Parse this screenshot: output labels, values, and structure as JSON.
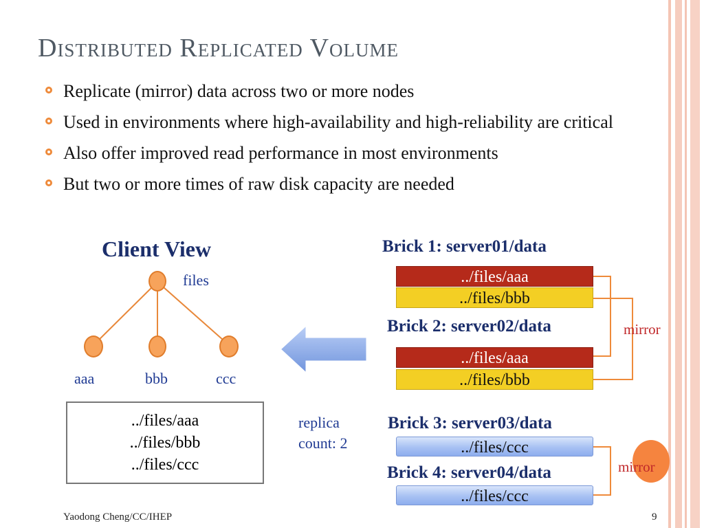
{
  "slide": {
    "title": "Distributed Replicated Volume",
    "bullets": [
      "Replicate (mirror) data across two or more nodes",
      "Used in environments where high-availability and high-reliability are critical",
      "Also offer improved read performance in most environments",
      "But two or more times of raw disk capacity are needed"
    ],
    "footer": "Yaodong Cheng/CC/IHEP",
    "page_number": "9"
  },
  "client_view": {
    "title": "Client View",
    "root_label": "files",
    "children": [
      "aaa",
      "bbb",
      "ccc"
    ],
    "files": [
      "../files/aaa",
      "../files/bbb",
      "../files/ccc"
    ],
    "replica_line1": "replica",
    "replica_line2": "count: 2"
  },
  "bricks": [
    {
      "title": "Brick 1: server01/data",
      "files": [
        "../files/aaa",
        "../files/bbb"
      ]
    },
    {
      "title": "Brick 2: server02/data",
      "files": [
        "../files/aaa",
        "../files/bbb"
      ]
    },
    {
      "title": "Brick 3: server03/data",
      "files": [
        "../files/ccc"
      ]
    },
    {
      "title": "Brick 4: server04/data",
      "files": [
        "../files/ccc"
      ]
    }
  ],
  "mirror_labels": [
    "mirror",
    "mirror"
  ],
  "colors": {
    "title": "#4f5963",
    "accent_orange": "#ee8a3a",
    "heading_navy": "#1b2e6b",
    "label_blue": "#1f3a93",
    "red_bar": "#b52a1a",
    "yellow_bar": "#f3cf24",
    "blue_bar": "#a7c1f3",
    "mirror_red": "#c0282a"
  },
  "icons": [
    "bullet-circle-icon",
    "left-arrow-icon"
  ]
}
